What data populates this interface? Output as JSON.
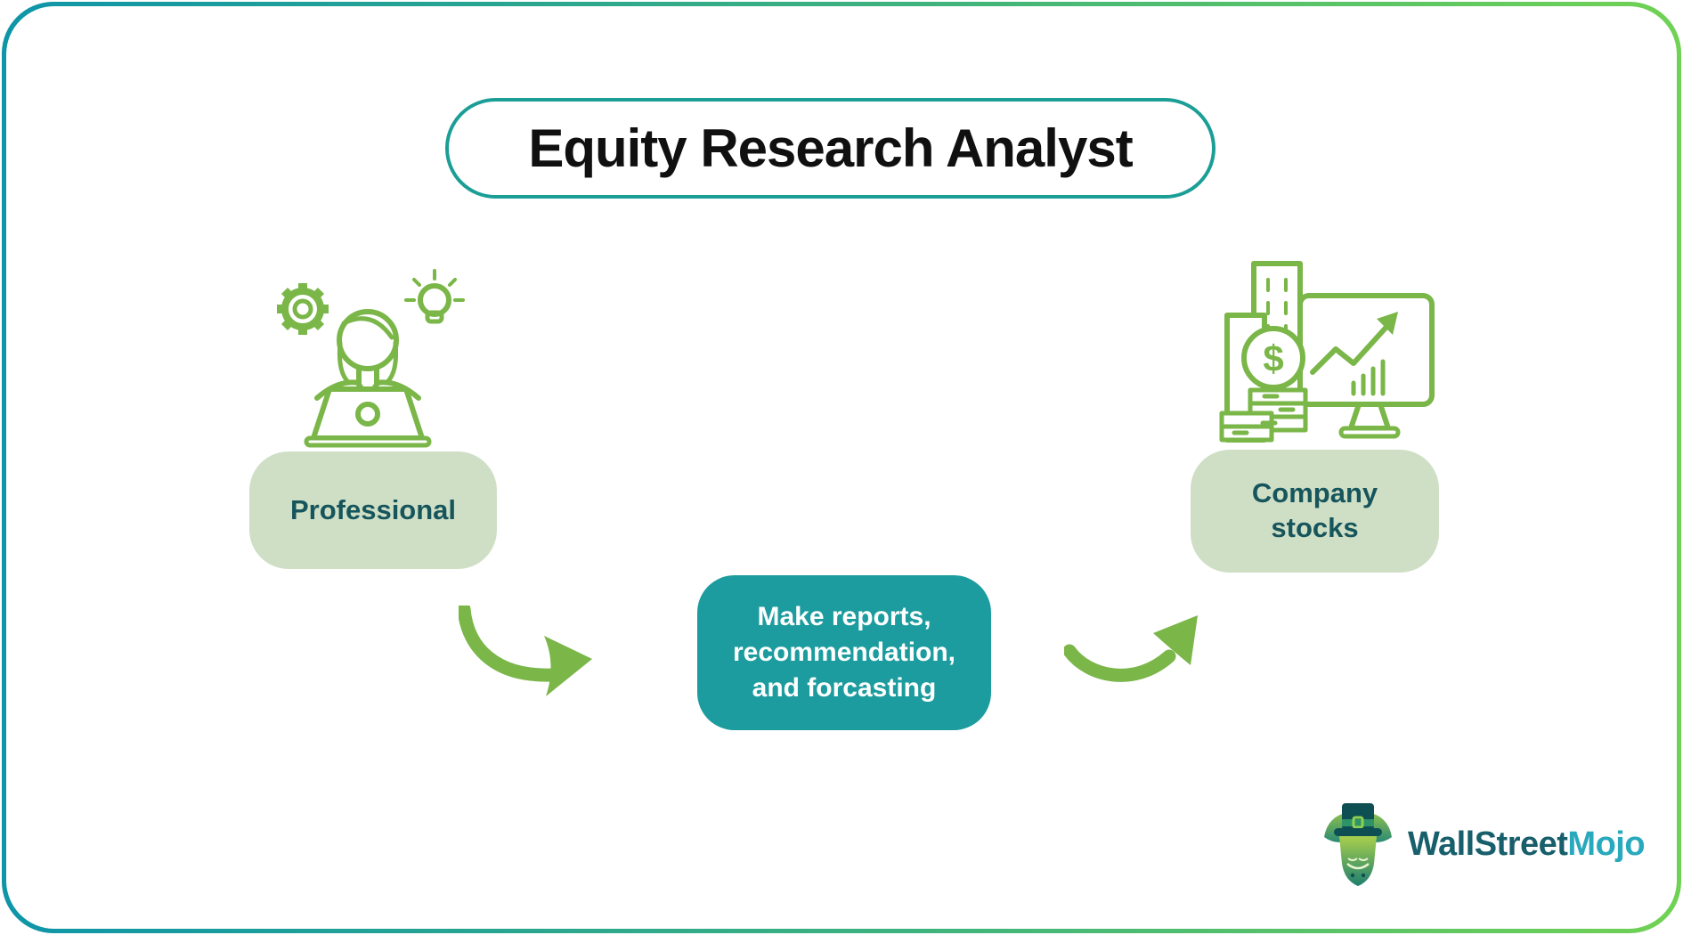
{
  "page": {
    "title": "Equity Research Analyst"
  },
  "nodes": {
    "professional": {
      "label": "Professional"
    },
    "process": {
      "lines": [
        "Make reports,",
        "recommendation,",
        "and forcasting"
      ]
    },
    "company_stocks": {
      "lines": [
        "Company",
        "stocks"
      ]
    }
  },
  "icons": {
    "left": "analyst-at-laptop-icon (gear-icon, lightbulb-icon)",
    "right": "company-stocks-icon (buildings, dollar-coin, coin-stacks, monitor-with-growth-chart)",
    "arrows": "curved-arrow-icon x2",
    "dollar_sign": "$"
  },
  "logo": {
    "brand_primary": "WallStreet",
    "brand_secondary": "Mojo",
    "mark": "bull-with-top-hat"
  },
  "colors": {
    "frame_gradient_left": "#0e95a8",
    "frame_gradient_right": "#70d254",
    "title_border": "#1b9e96",
    "title_text": "#101010",
    "icon_green": "#7ab648",
    "arrow_green": "#7ab648",
    "sage_box_bg": "#cfdfc6",
    "sage_box_text": "#17555c",
    "process_box_bg": "#1c9c9e",
    "process_box_text": "#ffffff",
    "logo_primary": "#175f6b",
    "logo_secondary": "#29a9bd"
  }
}
